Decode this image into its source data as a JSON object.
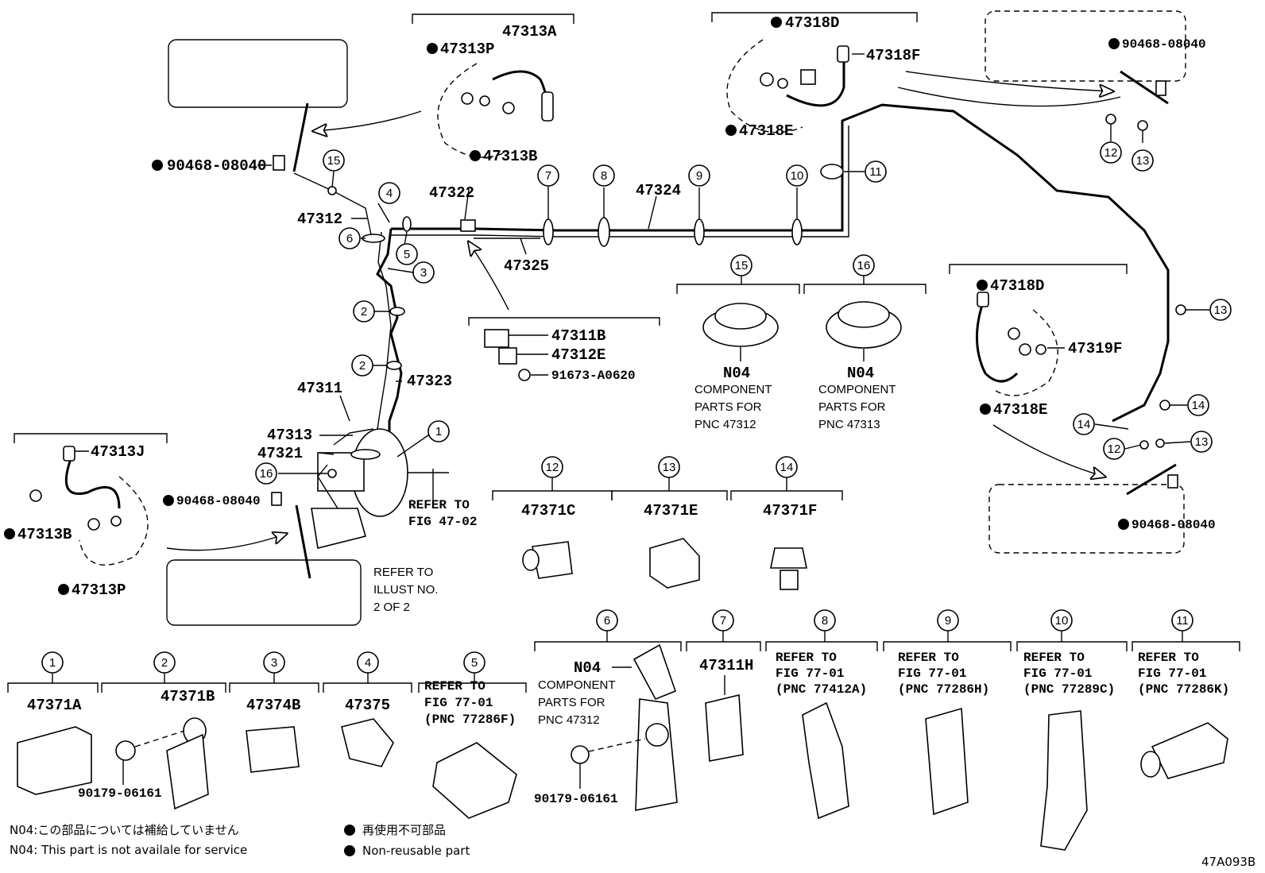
{
  "diagram_code": "47A093B",
  "legend": {
    "n04_jp": "N04:この部品については補給していません",
    "n04_en": "N04: This part is not availale for service",
    "nonreusable_jp": "再使用不可部品",
    "nonreusable_en": "Non-reusable part"
  },
  "parts": {
    "p47313A": "47313A",
    "p47313P_top": "47313P",
    "p47313B_top": "47313B",
    "p90468_left": "90468-08040",
    "p47318D_top": "47318D",
    "p47318F": "47318F",
    "p47318E_top": "47318E",
    "p90468_tr": "90468-08040",
    "p47312": "47312",
    "p47322": "47322",
    "p47324": "47324",
    "p47325": "47325",
    "p47311B": "47311B",
    "p47312E": "47312E",
    "p91673": "91673-A0620",
    "p47323": "47323",
    "p47311": "47311",
    "p47313": "47313",
    "p47321": "47321",
    "p47313J": "47313J",
    "p90468_mid": "90468-08040",
    "p47313B_left": "47313B",
    "p47313P_left": "47313P",
    "p47318D_right": "47318D",
    "p47319F": "47319F",
    "p47318E_right": "47318E",
    "p90468_br": "90468-08040",
    "p47371C": "47371C",
    "p47371E": "47371E",
    "p47371F": "47371F",
    "p47371A": "47371A",
    "p47371B": "47371B",
    "p47374B": "47374B",
    "p47375": "47375",
    "p90179_a": "90179-06161",
    "p47311H": "47311H",
    "p90179_b": "90179-06161"
  },
  "notes": {
    "n04": "N04",
    "component_parts_for": "COMPONENT",
    "parts_for": "PARTS FOR",
    "pnc_47312": "PNC 47312",
    "pnc_47313": "PNC 47313",
    "refer_to": "REFER TO",
    "fig_47_02": "FIG 47-02",
    "illust_no": "ILLUST NO.",
    "two_of_two": "2 OF 2",
    "fig_77_01": "FIG 77-01",
    "pnc_77286f": "(PNC 77286F)",
    "pnc_77412a": "(PNC 77412A)",
    "pnc_77286h": "(PNC 77286H)",
    "pnc_77289c": "(PNC 77289C)",
    "pnc_77286k": "(PNC 77286K)"
  },
  "callouts": [
    "1",
    "2",
    "3",
    "4",
    "5",
    "6",
    "7",
    "8",
    "9",
    "10",
    "11",
    "12",
    "13",
    "14",
    "15",
    "16"
  ]
}
